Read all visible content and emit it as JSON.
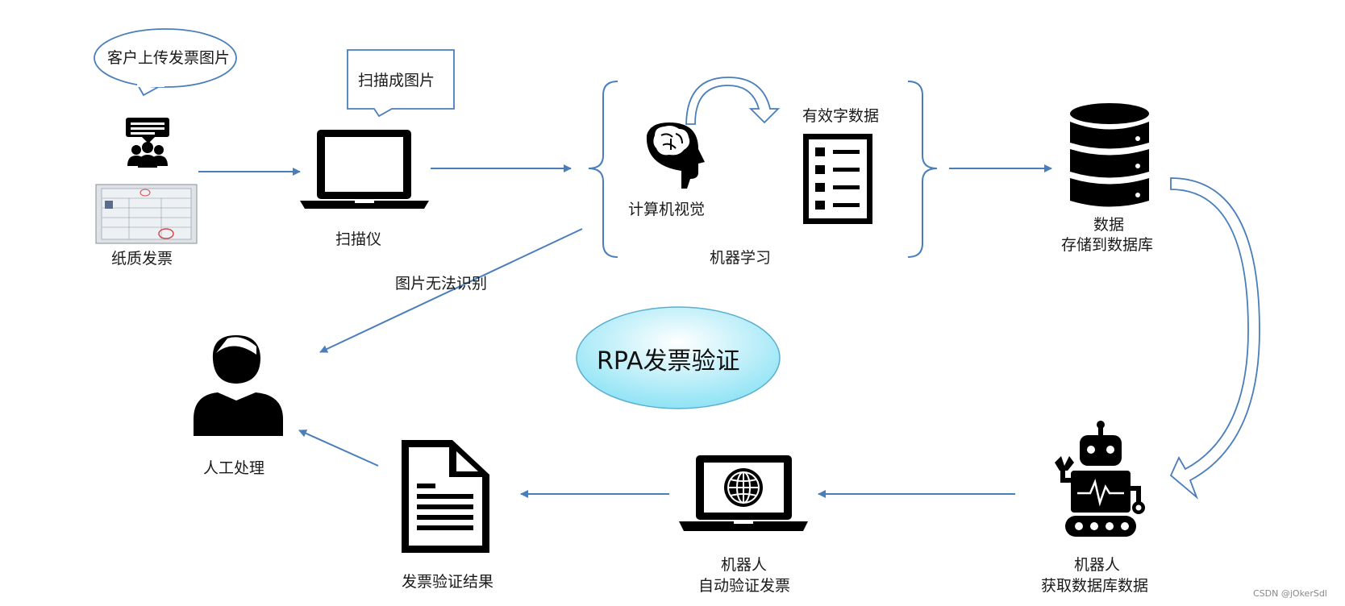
{
  "title": "RPA发票验证",
  "nodes": {
    "customer_bubble": "客户上传发票图片",
    "paper_invoice": "纸质发票",
    "scan_bubble": "扫描成图片",
    "scanner": "扫描仪",
    "computer_vision": "计算机视觉",
    "valid_data": "有效字数据",
    "machine_learning": "机器学习",
    "data_line1": "数据",
    "data_line2": "存储到数据库",
    "unrecognized": "图片无法识别",
    "manual": "人工处理",
    "result": "发票验证结果",
    "robot_auto_line1": "机器人",
    "robot_auto_line2": "自动验证发票",
    "robot_fetch_line1": "机器人",
    "robot_fetch_line2": "获取数据库数据"
  },
  "watermark": "CSDN @jOkerSdl",
  "colors": {
    "arrow": "#4a7ebb",
    "icon": "#000000",
    "title_fill_top": "#ffffff",
    "title_fill_bottom": "#8ee3f5",
    "title_stroke": "#5aaed0"
  },
  "icons": [
    "chat-people-icon",
    "invoice-photo-icon",
    "laptop-icon",
    "brain-head-icon",
    "checklist-icon",
    "database-icon",
    "person-icon",
    "document-icon",
    "globe-laptop-icon",
    "robot-icon"
  ]
}
